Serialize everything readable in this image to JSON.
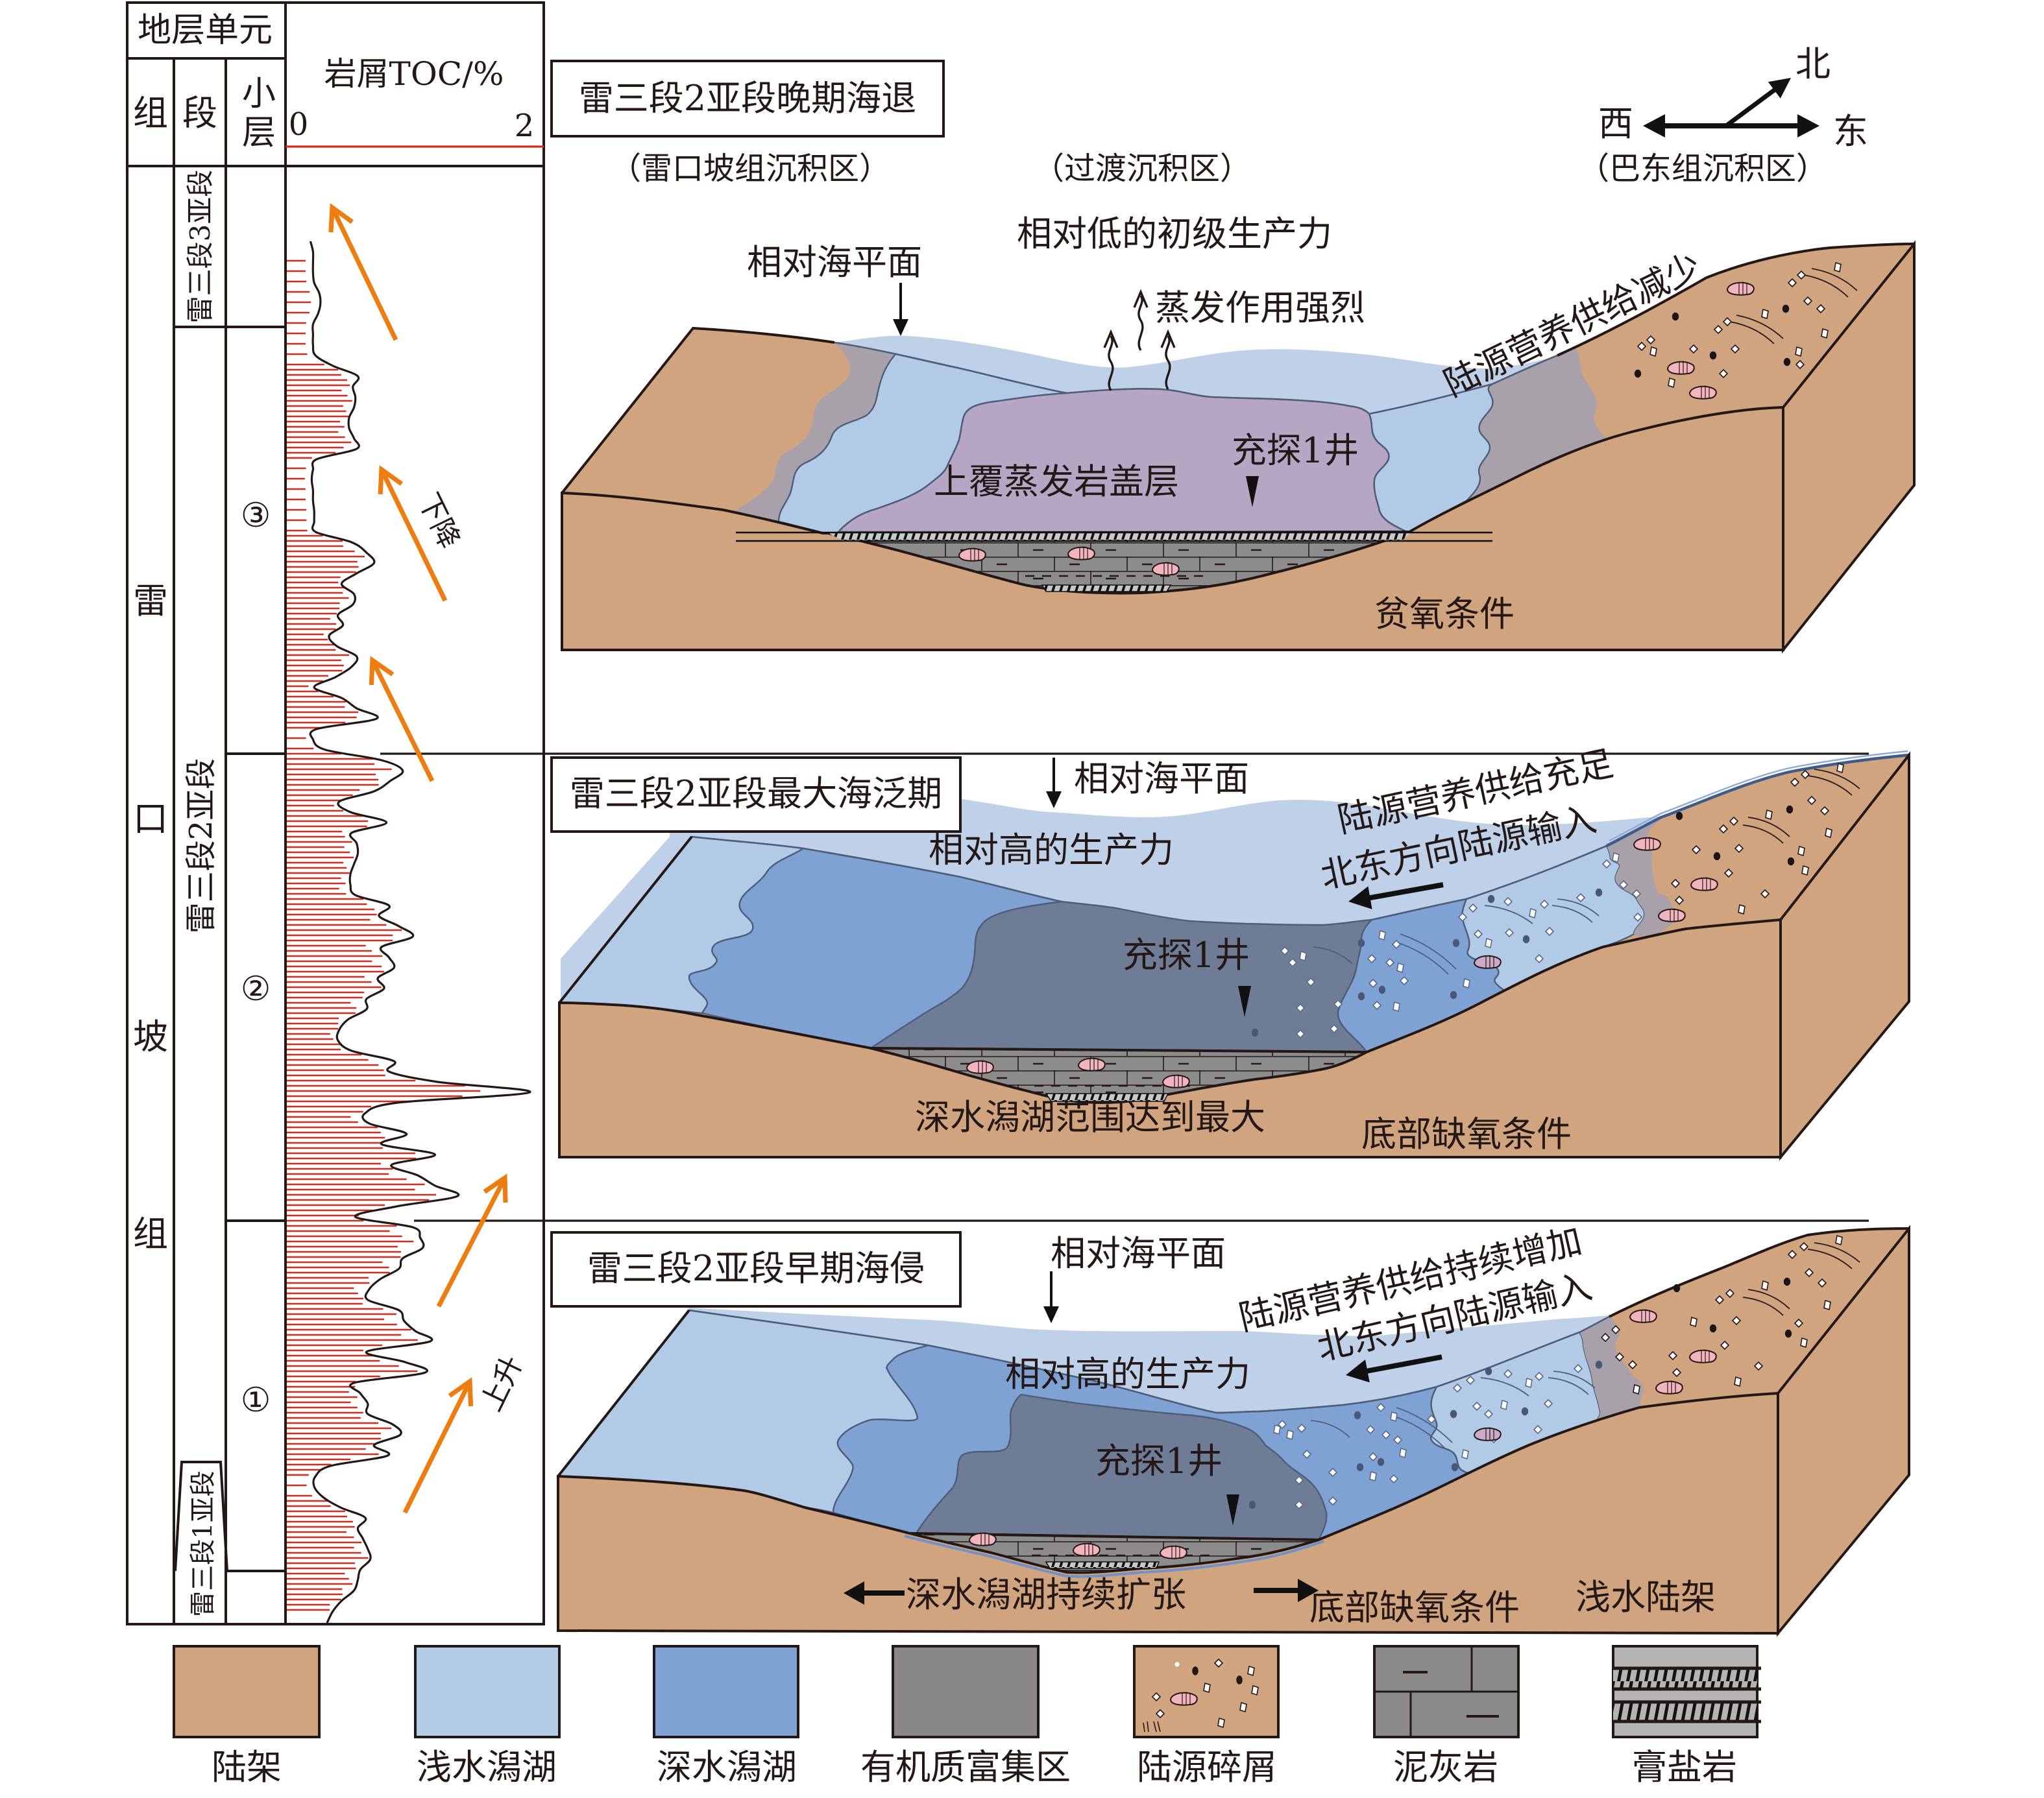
{
  "column": {
    "header_unit": "地层单元",
    "header_formation": "组",
    "header_member": "段",
    "header_layer": "小层",
    "toc_title": "岩屑TOC/%",
    "toc_min": "0",
    "toc_max": "2",
    "formation_chars": [
      "雷",
      "口",
      "坡",
      "组"
    ],
    "members": [
      "雷三段3亚段",
      "雷三段2亚段",
      "雷三段1亚段"
    ],
    "layers": [
      "③",
      "②",
      "①"
    ],
    "trend_fall": "下降",
    "trend_rise": "上升"
  },
  "toc_profile": {
    "range": [
      0,
      2
    ],
    "values": [
      0.19,
      0.21,
      0.21,
      0.21,
      0.22,
      0.26,
      0.27,
      0.25,
      0.21,
      0.21,
      0.21,
      0.23,
      0.37,
      0.57,
      0.53,
      0.55,
      0.54,
      0.5,
      0.5,
      0.54,
      0.56,
      0.24,
      0.21,
      0.2,
      0.21,
      0.21,
      0.22,
      0.22,
      0.23,
      0.52,
      0.64,
      0.7,
      0.56,
      0.44,
      0.54,
      0.53,
      0.41,
      0.45,
      0.34,
      0.4,
      0.56,
      0.52,
      0.39,
      0.22,
      0.44,
      0.56,
      0.72,
      0.24,
      0.21,
      0.31,
      0.76,
      0.93,
      0.83,
      0.7,
      0.42,
      0.51,
      0.8,
      0.52,
      0.56,
      0.57,
      0.54,
      0.51,
      0.51,
      0.55,
      0.82,
      0.74,
      0.9,
      1.01,
      0.76,
      0.82,
      0.86,
      0.73,
      0.78,
      0.64,
      0.64,
      0.49,
      0.42,
      0.41,
      0.52,
      0.86,
      0.82,
      1.21,
      1.95,
      0.89,
      0.63,
      0.66,
      0.96,
      0.76,
      1.19,
      0.84,
      1.05,
      1.19,
      1.37,
      0.88,
      0.55,
      1.01,
      1.07,
      1.09,
      0.93,
      0.9,
      0.75,
      0.66,
      0.65,
      0.9,
      0.94,
      1.03,
      1.15,
      0.64,
      0.95,
      1.11,
      0.54,
      0.59,
      0.65,
      0.65,
      0.85,
      0.91,
      0.7,
      0.81,
      0.35,
      0.23,
      0.22,
      0.29,
      0.43,
      0.63,
      0.57,
      0.61,
      0.65,
      0.67,
      0.59,
      0.57,
      0.54,
      0.44,
      0.37
    ]
  },
  "compass": {
    "north": "北",
    "west": "西",
    "east": "东"
  },
  "zones": [
    "（雷口坡组沉积区）",
    "（过渡沉积区）",
    "（巴东组沉积区）"
  ],
  "panels": [
    {
      "title": "雷三段2亚段晚期海退",
      "sea_level": "相对海平面",
      "productivity": "相对低的初级生产力",
      "evaporation": "蒸发作用强烈",
      "nutrient_supply": "陆源营养供给减少",
      "cap_rock": "上覆蒸发岩盖层",
      "well": "充探1井",
      "bottom_condition": "贫氧条件"
    },
    {
      "title": "雷三段2亚段最大海泛期",
      "sea_level": "相对海平面",
      "productivity": "相对高的生产力",
      "well": "充探1井",
      "nutrient_supply": "陆源营养供给充足",
      "input_direction": "北东方向陆源输入",
      "lagoon_state": "深水潟湖范围达到最大",
      "bottom_condition": "底部缺氧条件"
    },
    {
      "title": "雷三段2亚段早期海侵",
      "sea_level": "相对海平面",
      "productivity": "相对高的生产力",
      "well": "充探1井",
      "nutrient_supply": "陆源营养供给持续增加",
      "input_direction": "北东方向陆源输入",
      "lagoon_state": "深水潟湖持续扩张",
      "bottom_condition": "底部缺氧条件",
      "shelf": "浅水陆架"
    }
  ],
  "legend": [
    {
      "label": "陆架",
      "swatch": "#CFA47E"
    },
    {
      "label": "浅水潟湖",
      "swatch": "#B3CDE7"
    },
    {
      "label": "深水潟湖",
      "swatch": "#7FA2D5"
    },
    {
      "label": "有机质富集区",
      "swatch": "#888888"
    },
    {
      "label": "陆源碎屑",
      "swatch": "#CFA47E"
    },
    {
      "label": "泥灰岩",
      "swatch": "#8A8A8A"
    },
    {
      "label": "膏盐岩",
      "swatch": "#B4B4B4"
    }
  ],
  "colors": {
    "land": "#CFA47E",
    "shallow_lagoon": "#B1CBE6",
    "deep_lagoon": "#7FA2D5",
    "organic_zone": "#6E7C95",
    "sea": "#BED1E9",
    "transition": "#A8A1A9",
    "evaporite_cap": "#B6A6C3",
    "toc_bar": "#D52B1E",
    "trend_arrow": "#EE7D11",
    "outline": "#231815"
  }
}
